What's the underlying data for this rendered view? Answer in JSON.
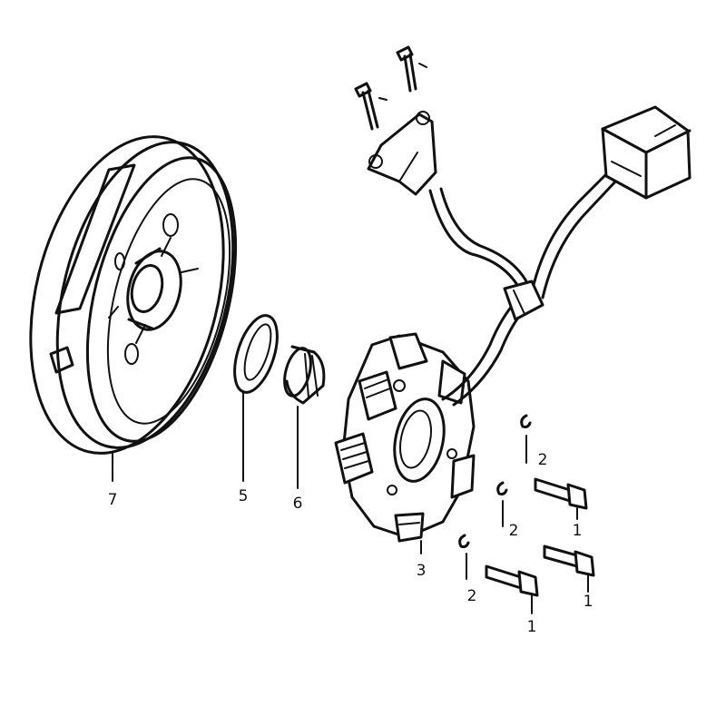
{
  "callouts": [
    {
      "id": "flywheel",
      "number": "7"
    },
    {
      "id": "washer",
      "number": "5"
    },
    {
      "id": "bushing",
      "number": "6"
    },
    {
      "id": "stator",
      "number": "3"
    },
    {
      "id": "bolt-top",
      "number": "1"
    },
    {
      "id": "washer-top",
      "number": "2"
    },
    {
      "id": "bolt-middle",
      "number": "1"
    },
    {
      "id": "washer-middle",
      "number": "2"
    },
    {
      "id": "bolt-bottom",
      "number": "1"
    },
    {
      "id": "washer-bottom",
      "number": "2"
    }
  ],
  "colors": {
    "ink": "#111111",
    "background": "#ffffff"
  }
}
